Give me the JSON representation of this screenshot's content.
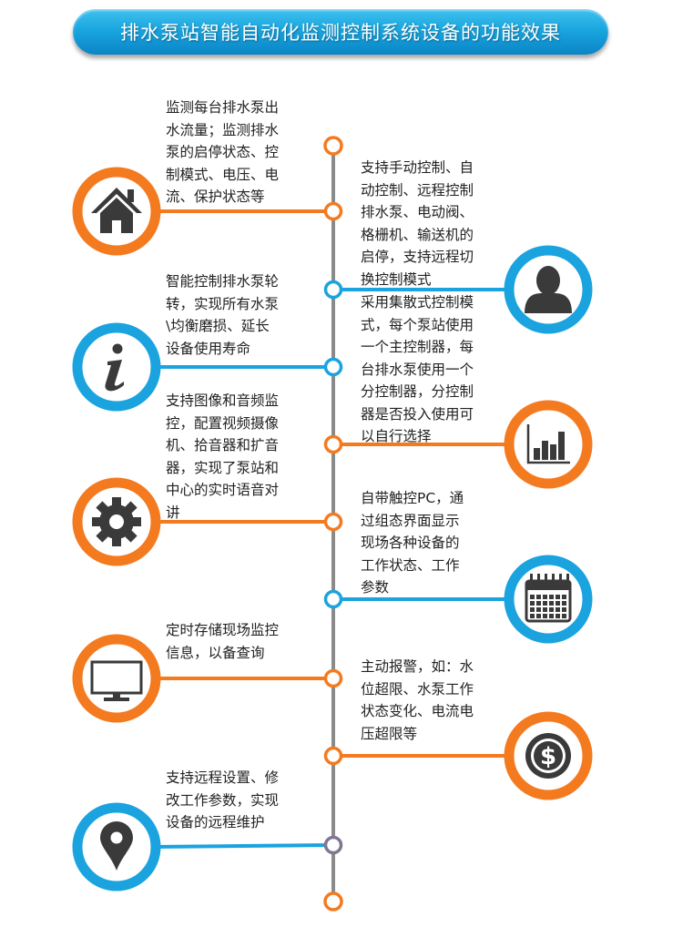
{
  "title": "排水泵站智能自动化监测控制系统设备的功能效果",
  "colors": {
    "orange": "#f47a20",
    "blue": "#1aa3de",
    "gray": "#8a8a8a",
    "purple": "#807691",
    "icon": "#3a3a3a"
  },
  "items": [
    {
      "side": "left",
      "icon": "home-icon",
      "color": "orange",
      "text": "监测每台排水泵出\n水流量；监测排水\n泵的启停状态、控\n制模式、电压、电\n流、保护状态等"
    },
    {
      "side": "right",
      "icon": "user-icon",
      "color": "blue",
      "text": "支持手动控制、自\n动控制、远程控制\n排水泵、电动阀、\n格栅机、输送机的\n启停，支持远程切\n换控制模式"
    },
    {
      "side": "left",
      "icon": "info-icon",
      "color": "blue",
      "text": "智能控制排水泵轮\n转，实现所有水泵\n\\均衡磨损、延长\n设备使用寿命"
    },
    {
      "side": "right",
      "icon": "chart-icon",
      "color": "orange",
      "text": "采用集散式控制模\n式，每个泵站使用\n一个主控制器，每\n台排水泵使用一个\n分控制器，分控制\n器是否投入使用可\n以自行选择"
    },
    {
      "side": "left",
      "icon": "gear-icon",
      "color": "orange",
      "text": "支持图像和音频监\n控，配置视频摄像\n机、拾音器和扩音\n器，实现了泵站和\n中心的实时语音对\n讲"
    },
    {
      "side": "right",
      "icon": "calendar-icon",
      "color": "blue",
      "text": "自带触控PC，通\n过组态界面显示\n现场各种设备的\n工作状态、工作\n参数"
    },
    {
      "side": "left",
      "icon": "monitor-icon",
      "color": "orange",
      "text": "定时存储现场监控\n信息，以备查询"
    },
    {
      "side": "right",
      "icon": "dollar-icon",
      "color": "orange",
      "text": "主动报警，如：水\n位超限、水泵工作\n状态变化、电流电\n压超限等"
    },
    {
      "side": "left",
      "icon": "pin-icon",
      "color": "blue",
      "text": "支持远程设置、修\n改工作参数，实现\n设备的远程维护"
    }
  ]
}
